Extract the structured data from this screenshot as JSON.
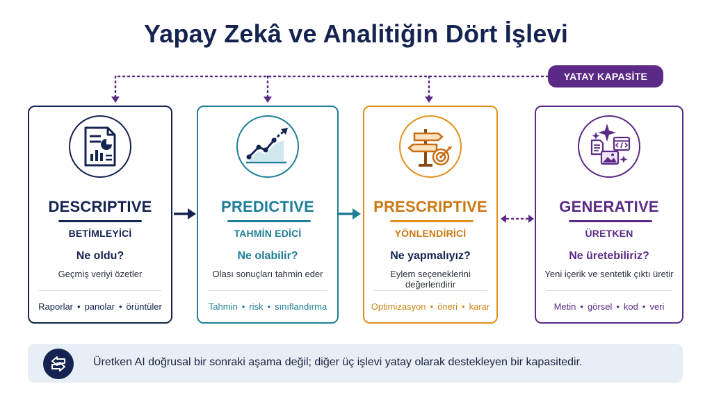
{
  "title": "Yapay Zekâ ve Analitiğin Dört İşlevi",
  "badge": "YATAY KAPASİTE",
  "cards": [
    {
      "name": "DESCRIPTIVE",
      "turkish": "BETİMLEYİCİ",
      "question": "Ne oldu?",
      "description": "Geçmiş veriyi özetler",
      "tags": [
        "Raporlar",
        "panolar",
        "örüntüler"
      ],
      "icon": "report-chart-icon",
      "color": "#14234f"
    },
    {
      "name": "PREDICTIVE",
      "turkish": "TAHMİN EDİCİ",
      "question": "Ne olabilir?",
      "description": "Olası sonuçları tahmin eder",
      "tags": [
        "Tahmin",
        "risk",
        "sınıflandırma"
      ],
      "icon": "trend-chart-icon",
      "color": "#1e7e96"
    },
    {
      "name": "PRESCRIPTIVE",
      "turkish": "YÖNLENDİRİCİ",
      "question": "Ne yapmalıyız?",
      "description": "Eylem seçeneklerini değerlendirir",
      "tags": [
        "Optimizasyon",
        "öneri",
        "karar"
      ],
      "icon": "signpost-target-icon",
      "color": "#e0901a"
    },
    {
      "name": "GENERATIVE",
      "turkish": "ÜRETKEN",
      "question": "Ne üretebiliriz?",
      "description": "Yeni içerik ve sentetik çıktı üretir",
      "tags": [
        "Metin",
        "görsel",
        "kod",
        "veri"
      ],
      "icon": "sparkle-content-icon",
      "color": "#5b2a86"
    }
  ],
  "footer": {
    "text": "Üretken AI doğrusal bir sonraki aşama değil; diğer üç işlevi yatay olarak destekleyen bir kapasitedir.",
    "icon": "bidirectional-arrows-icon"
  }
}
